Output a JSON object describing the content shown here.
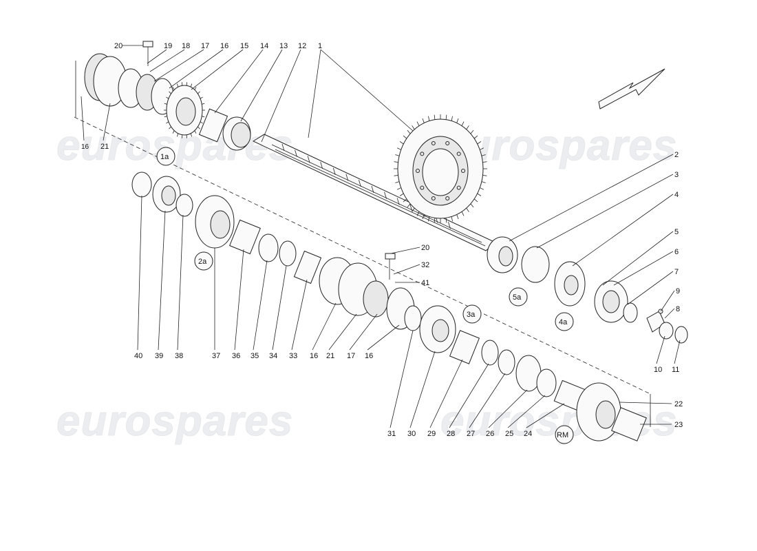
{
  "watermark": {
    "text": "eurospares"
  },
  "callouts": {
    "top": [
      {
        "id": "c20a",
        "text": "20"
      },
      {
        "id": "c19",
        "text": "19"
      },
      {
        "id": "c18",
        "text": "18"
      },
      {
        "id": "c17a",
        "text": "17"
      },
      {
        "id": "c16a",
        "text": "16"
      },
      {
        "id": "c15",
        "text": "15"
      },
      {
        "id": "c14",
        "text": "14"
      },
      {
        "id": "c13",
        "text": "13"
      },
      {
        "id": "c12",
        "text": "12"
      },
      {
        "id": "c1",
        "text": "1"
      }
    ],
    "left_upper": [
      {
        "id": "c16b",
        "text": "16"
      },
      {
        "id": "c21a",
        "text": "21"
      }
    ],
    "right_column": [
      {
        "id": "c2",
        "text": "2"
      },
      {
        "id": "c3",
        "text": "3"
      },
      {
        "id": "c4",
        "text": "4"
      },
      {
        "id": "c5",
        "text": "5"
      },
      {
        "id": "c6",
        "text": "6"
      },
      {
        "id": "c7",
        "text": "7"
      },
      {
        "id": "c9",
        "text": "9"
      },
      {
        "id": "c8",
        "text": "8"
      },
      {
        "id": "c10",
        "text": "10"
      },
      {
        "id": "c11",
        "text": "11"
      }
    ],
    "middle": [
      {
        "id": "c20b",
        "text": "20"
      },
      {
        "id": "c32",
        "text": "32"
      },
      {
        "id": "c41",
        "text": "41"
      }
    ],
    "bottom_row": [
      {
        "id": "c40",
        "text": "40"
      },
      {
        "id": "c39",
        "text": "39"
      },
      {
        "id": "c38",
        "text": "38"
      },
      {
        "id": "c37",
        "text": "37"
      },
      {
        "id": "c36",
        "text": "36"
      },
      {
        "id": "c35",
        "text": "35"
      },
      {
        "id": "c34",
        "text": "34"
      },
      {
        "id": "c33",
        "text": "33"
      },
      {
        "id": "c16c",
        "text": "16"
      },
      {
        "id": "c21b",
        "text": "21"
      },
      {
        "id": "c17b",
        "text": "17"
      },
      {
        "id": "c16d",
        "text": "16"
      }
    ],
    "lower_row": [
      {
        "id": "c31",
        "text": "31"
      },
      {
        "id": "c30",
        "text": "30"
      },
      {
        "id": "c29",
        "text": "29"
      },
      {
        "id": "c28",
        "text": "28"
      },
      {
        "id": "c27",
        "text": "27"
      },
      {
        "id": "c26",
        "text": "26"
      },
      {
        "id": "c25",
        "text": "25"
      },
      {
        "id": "c24",
        "text": "24"
      }
    ],
    "lower_right": [
      {
        "id": "c22",
        "text": "22"
      },
      {
        "id": "c23",
        "text": "23"
      }
    ]
  },
  "circled": [
    {
      "id": "k1a",
      "text": "1a"
    },
    {
      "id": "k2a",
      "text": "2a"
    },
    {
      "id": "k5a",
      "text": "5a"
    },
    {
      "id": "k4a",
      "text": "4a"
    },
    {
      "id": "k3a",
      "text": "3a"
    },
    {
      "id": "kRM",
      "text": "RM"
    }
  ]
}
